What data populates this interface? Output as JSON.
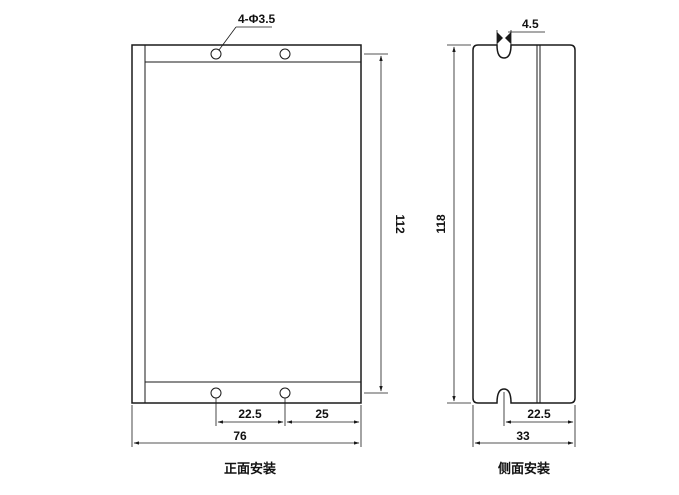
{
  "front_view": {
    "caption": "正面安装",
    "hole_note": "4-Φ3.5",
    "height": "112",
    "hole_spacing": "22.5",
    "edge_offset": "25",
    "width": "76"
  },
  "side_view": {
    "caption": "侧面安装",
    "slot_width": "4.5",
    "height": "118",
    "slot_offset": "22.5",
    "width": "33"
  }
}
